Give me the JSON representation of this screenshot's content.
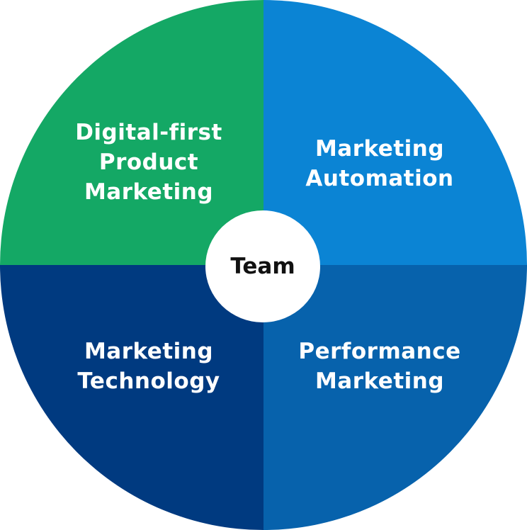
{
  "quadrants": {
    "top_left": {
      "lines": [
        "Digital-first",
        "Product",
        "Marketing"
      ],
      "color": "#14a865"
    },
    "top_right": {
      "lines": [
        "Marketing",
        "Automation"
      ],
      "color": "#0b84d4"
    },
    "bottom_left": {
      "lines": [
        "Marketing",
        "Technology"
      ],
      "color": "#003a80"
    },
    "bottom_right": {
      "lines": [
        "Performance",
        "Marketing"
      ],
      "color": "#0762ac"
    }
  },
  "center": {
    "label": "Team",
    "color": "#ffffff"
  }
}
